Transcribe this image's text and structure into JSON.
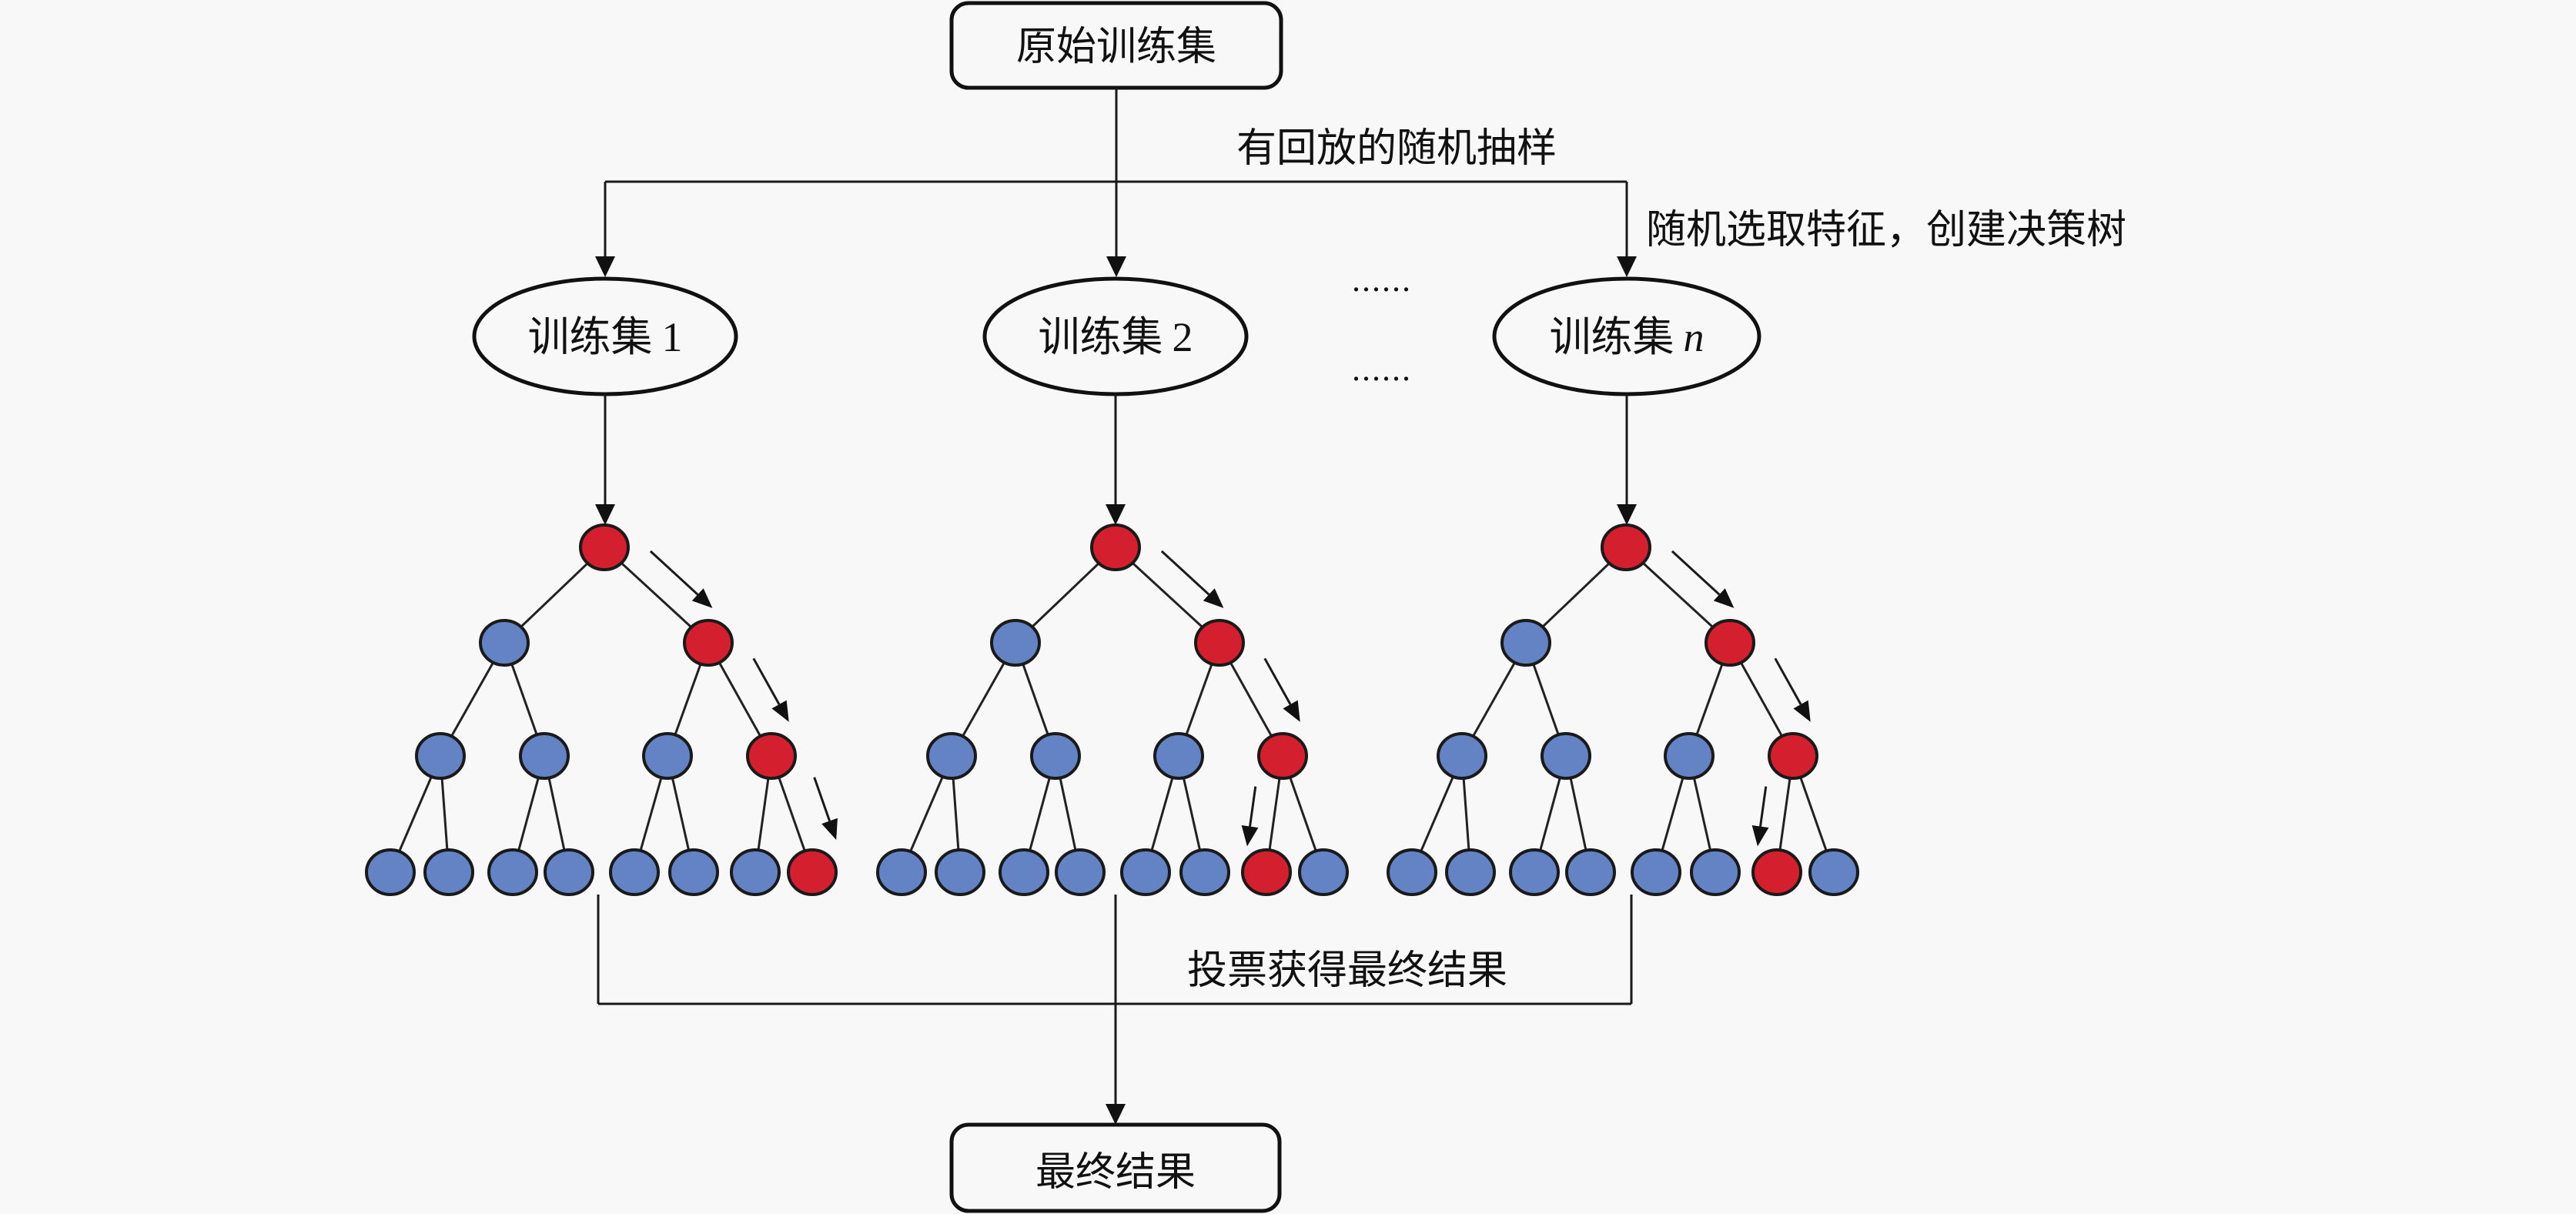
{
  "diagram": {
    "title": "Random forest process",
    "source_box": {
      "label": "原始训练集"
    },
    "sampling_label": "有回放的随机抽样",
    "feature_label": "随机选取特征，创建决策树",
    "subsets": [
      {
        "label_cjk": "训练集",
        "label_suffix": "1",
        "suffix_italic": false
      },
      {
        "label_cjk": "训练集",
        "label_suffix": "2",
        "suffix_italic": false
      },
      {
        "label_cjk": "训练集",
        "label_suffix": "n",
        "suffix_italic": true
      }
    ],
    "ellipsis_top": "......",
    "ellipsis_bottom": "......",
    "vote_label": "投票获得最终结果",
    "result_box": {
      "label": "最终结果"
    },
    "colors": {
      "background": "#f8f8f8",
      "selected_node": "#d4202e",
      "other_node": "#6383c4",
      "line": "#1a1a1a"
    },
    "trees": [
      {
        "depth": 3,
        "decision_path": [
          0,
          1,
          1,
          1
        ]
      },
      {
        "depth": 3,
        "decision_path": [
          0,
          1,
          1,
          0
        ]
      },
      {
        "depth": 3,
        "decision_path": [
          0,
          1,
          1,
          0
        ]
      }
    ]
  }
}
